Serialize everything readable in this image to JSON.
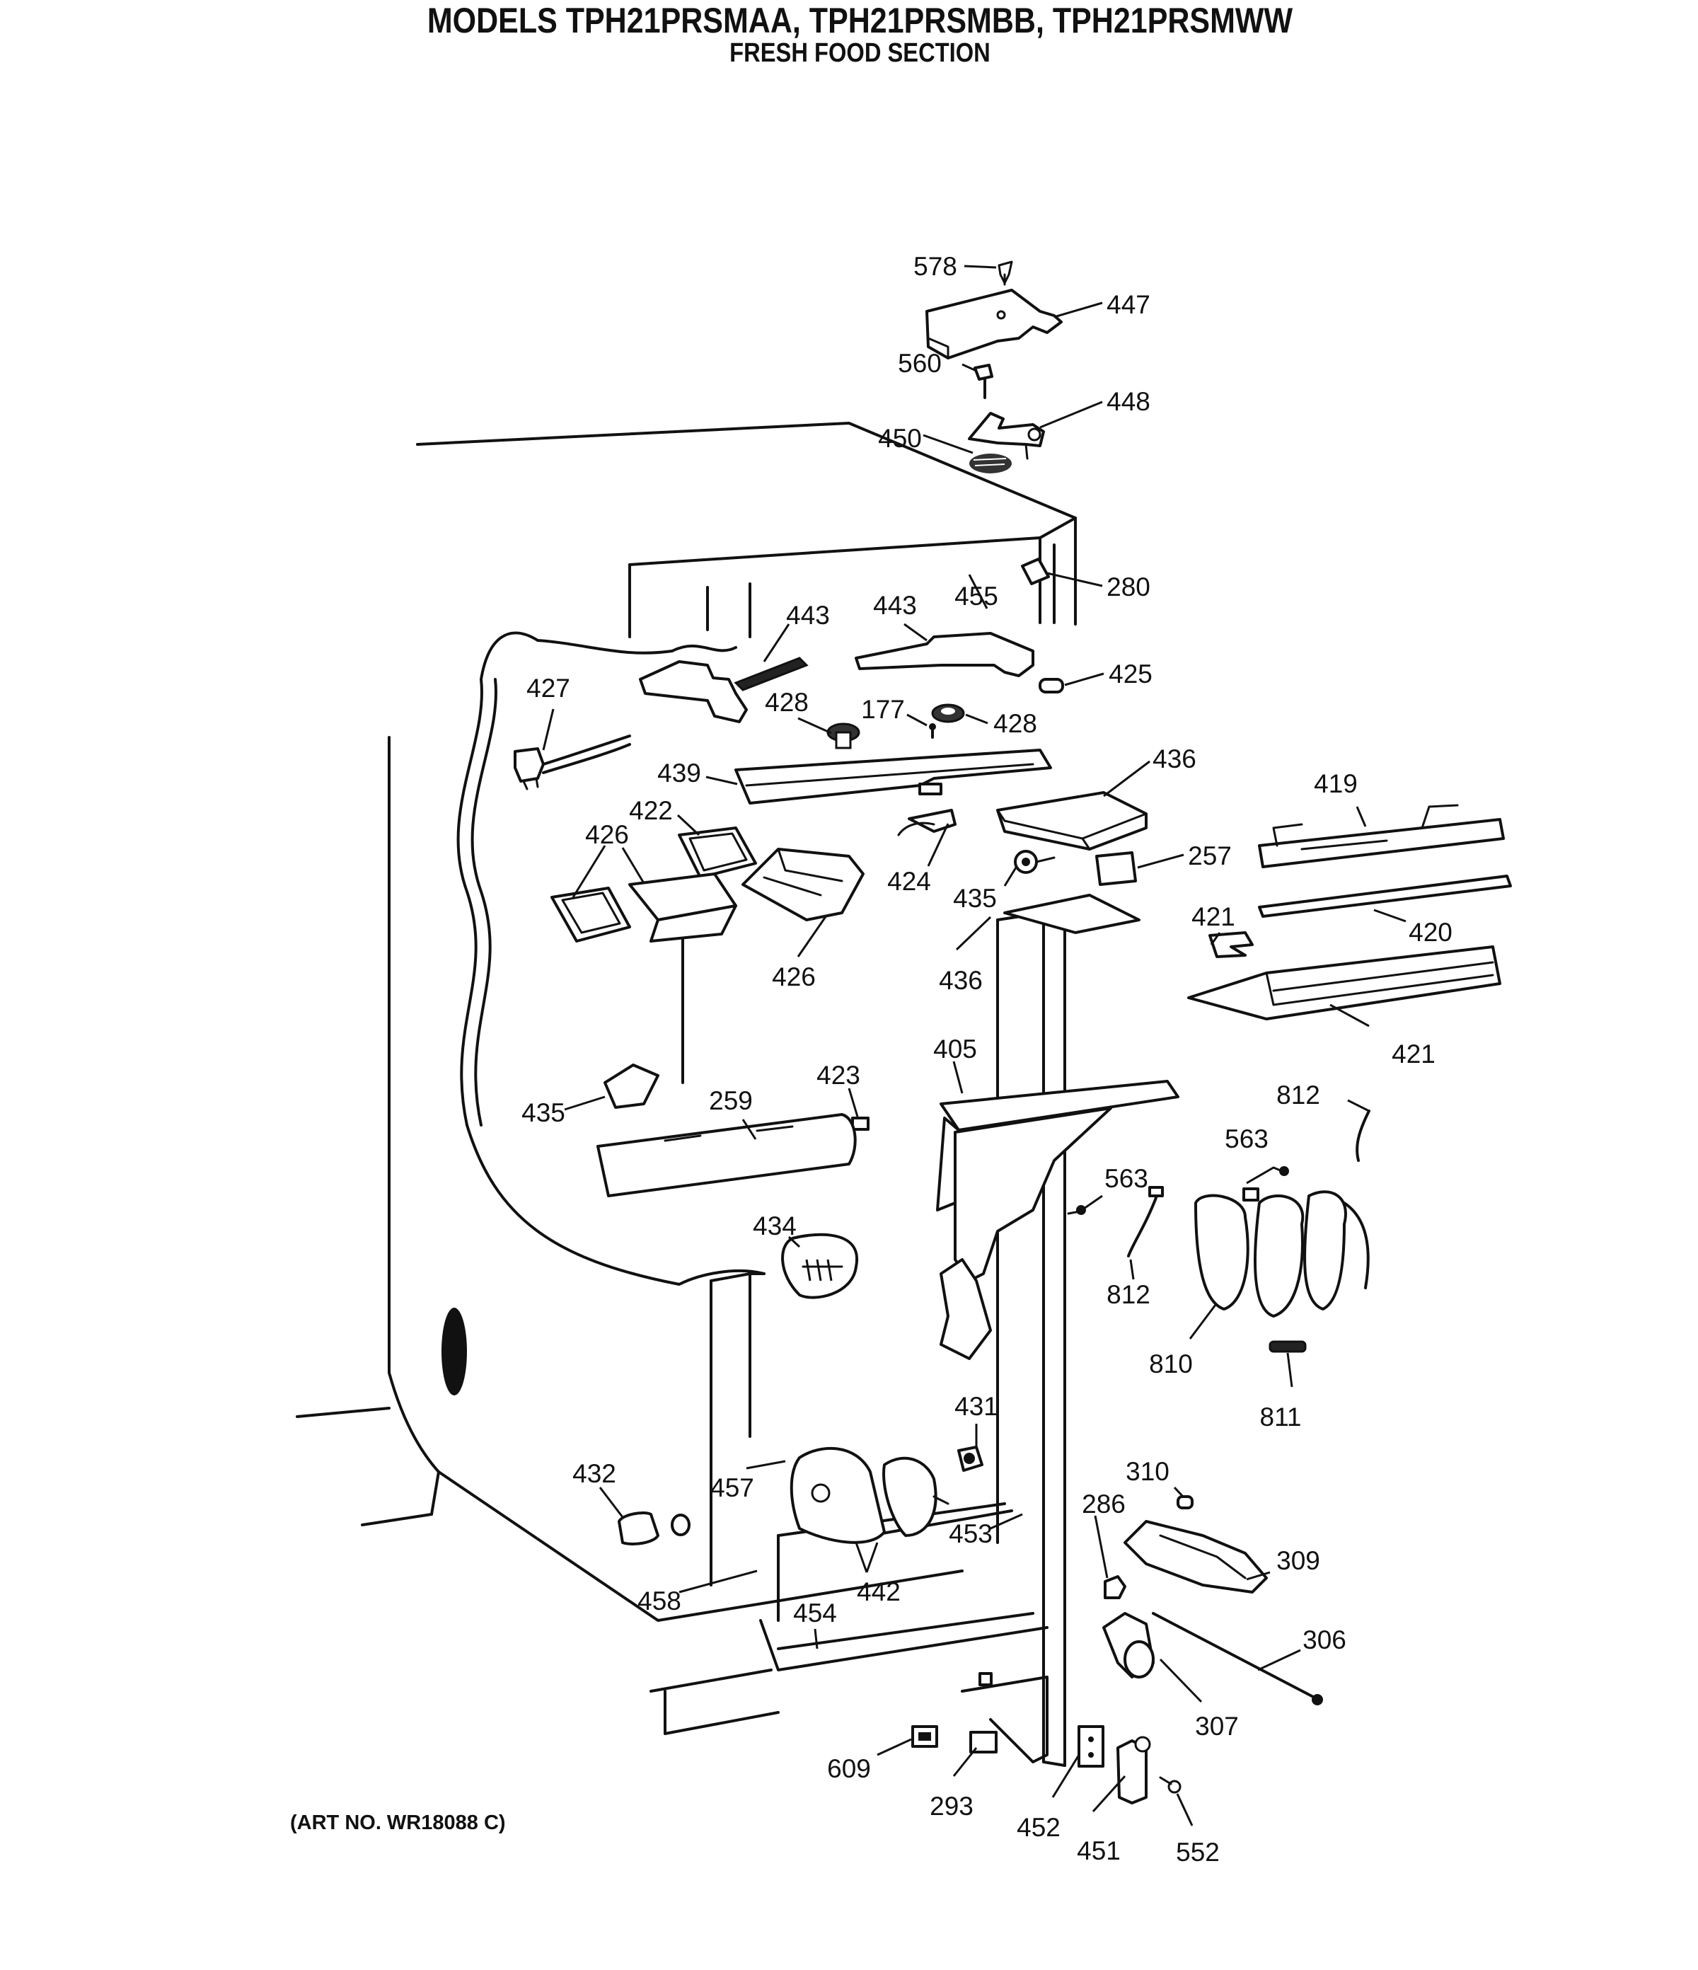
{
  "title": "MODELS TPH21PRSMAA, TPH21PRSMBB, TPH21PRSMWW",
  "subtitle": "FRESH FOOD SECTION",
  "art_number": "(ART NO. WR18088 C)",
  "callouts": [
    {
      "id": "c578",
      "label": "578"
    },
    {
      "id": "c447",
      "label": "447"
    },
    {
      "id": "c560",
      "label": "560"
    },
    {
      "id": "c448",
      "label": "448"
    },
    {
      "id": "c450",
      "label": "450"
    },
    {
      "id": "c280",
      "label": "280"
    },
    {
      "id": "c443a",
      "label": "443"
    },
    {
      "id": "c443b",
      "label": "443"
    },
    {
      "id": "c455",
      "label": "455"
    },
    {
      "id": "c425",
      "label": "425"
    },
    {
      "id": "c427",
      "label": "427"
    },
    {
      "id": "c428a",
      "label": "428"
    },
    {
      "id": "c177",
      "label": "177"
    },
    {
      "id": "c428b",
      "label": "428"
    },
    {
      "id": "c439",
      "label": "439"
    },
    {
      "id": "c436a",
      "label": "436"
    },
    {
      "id": "c419",
      "label": "419"
    },
    {
      "id": "c422",
      "label": "422"
    },
    {
      "id": "c426a",
      "label": "426"
    },
    {
      "id": "c424",
      "label": "424"
    },
    {
      "id": "c257",
      "label": "257"
    },
    {
      "id": "c435a",
      "label": "435"
    },
    {
      "id": "c421a",
      "label": "421"
    },
    {
      "id": "c420",
      "label": "420"
    },
    {
      "id": "c426b",
      "label": "426"
    },
    {
      "id": "c436b",
      "label": "436"
    },
    {
      "id": "c421b",
      "label": "421"
    },
    {
      "id": "c405",
      "label": "405"
    },
    {
      "id": "c423",
      "label": "423"
    },
    {
      "id": "c812a",
      "label": "812"
    },
    {
      "id": "c435b",
      "label": "435"
    },
    {
      "id": "c259",
      "label": "259"
    },
    {
      "id": "c563a",
      "label": "563"
    },
    {
      "id": "c563b",
      "label": "563"
    },
    {
      "id": "c434",
      "label": "434"
    },
    {
      "id": "c812b",
      "label": "812"
    },
    {
      "id": "c810",
      "label": "810"
    },
    {
      "id": "c811",
      "label": "811"
    },
    {
      "id": "c431",
      "label": "431"
    },
    {
      "id": "c310",
      "label": "310"
    },
    {
      "id": "c432",
      "label": "432"
    },
    {
      "id": "c457",
      "label": "457"
    },
    {
      "id": "c286",
      "label": "286"
    },
    {
      "id": "c453",
      "label": "453"
    },
    {
      "id": "c309",
      "label": "309"
    },
    {
      "id": "c442",
      "label": "442"
    },
    {
      "id": "c458",
      "label": "458"
    },
    {
      "id": "c454",
      "label": "454"
    },
    {
      "id": "c306",
      "label": "306"
    },
    {
      "id": "c307",
      "label": "307"
    },
    {
      "id": "c609",
      "label": "609"
    },
    {
      "id": "c293",
      "label": "293"
    },
    {
      "id": "c452",
      "label": "452"
    },
    {
      "id": "c451",
      "label": "451"
    },
    {
      "id": "c552",
      "label": "552"
    }
  ]
}
